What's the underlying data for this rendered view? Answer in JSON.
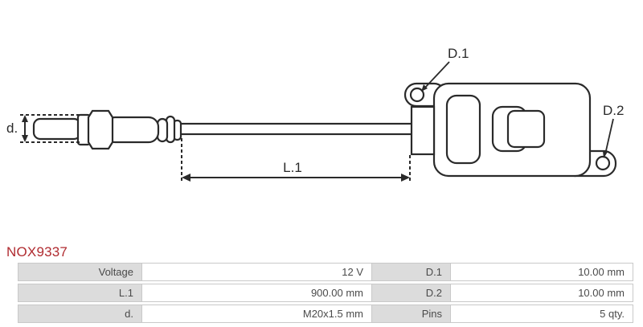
{
  "part_number": "NOX9337",
  "diagram": {
    "label_d": "d.",
    "label_l1": "L.1",
    "label_d1": "D.1",
    "label_d2": "D.2"
  },
  "colors": {
    "part_number_red": "#b02b30",
    "drawing_line": "#2a2a2a",
    "table_label_bg": "#dcdcdc",
    "table_border": "#c9c9c9",
    "table_text": "#4a4a4a"
  },
  "spec_table": {
    "rows": [
      {
        "label1": "Voltage",
        "value1": "12 V",
        "label2": "D.1",
        "value2": "10.00 mm"
      },
      {
        "label1": "L.1",
        "value1": "900.00 mm",
        "label2": "D.2",
        "value2": "10.00 mm"
      },
      {
        "label1": "d.",
        "value1": "M20x1.5 mm",
        "label2": "Pins",
        "value2": "5 qty."
      }
    ]
  }
}
